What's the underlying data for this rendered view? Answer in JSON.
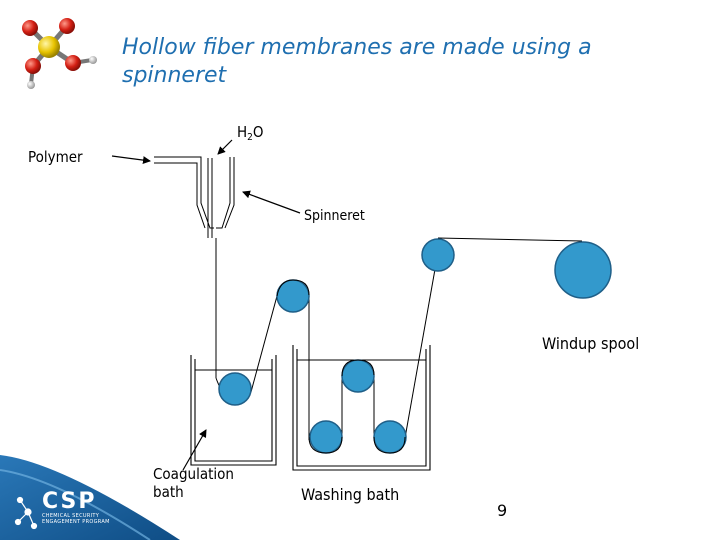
{
  "title": "Hollow fiber membranes are made using a spinneret",
  "labels": {
    "polymer": "Polymer",
    "water_main": "H",
    "water_sub": "2",
    "water_end": "O",
    "spinneret": "Spinneret",
    "windup_spool": "Windup spool",
    "coagulation_bath": "Coagulation bath",
    "washing_bath": "Washing bath"
  },
  "page_number": "9",
  "logo": {
    "name": "CSP",
    "tagline_1": "CHEMICAL SECURITY",
    "tagline_2": "ENGAGEMENT PROGRAM"
  },
  "colors": {
    "title": "#1f6fb0",
    "roller_fill": "#3399cc",
    "roller_stroke": "#1f5f88",
    "logo_band": "#1a5f9a"
  }
}
